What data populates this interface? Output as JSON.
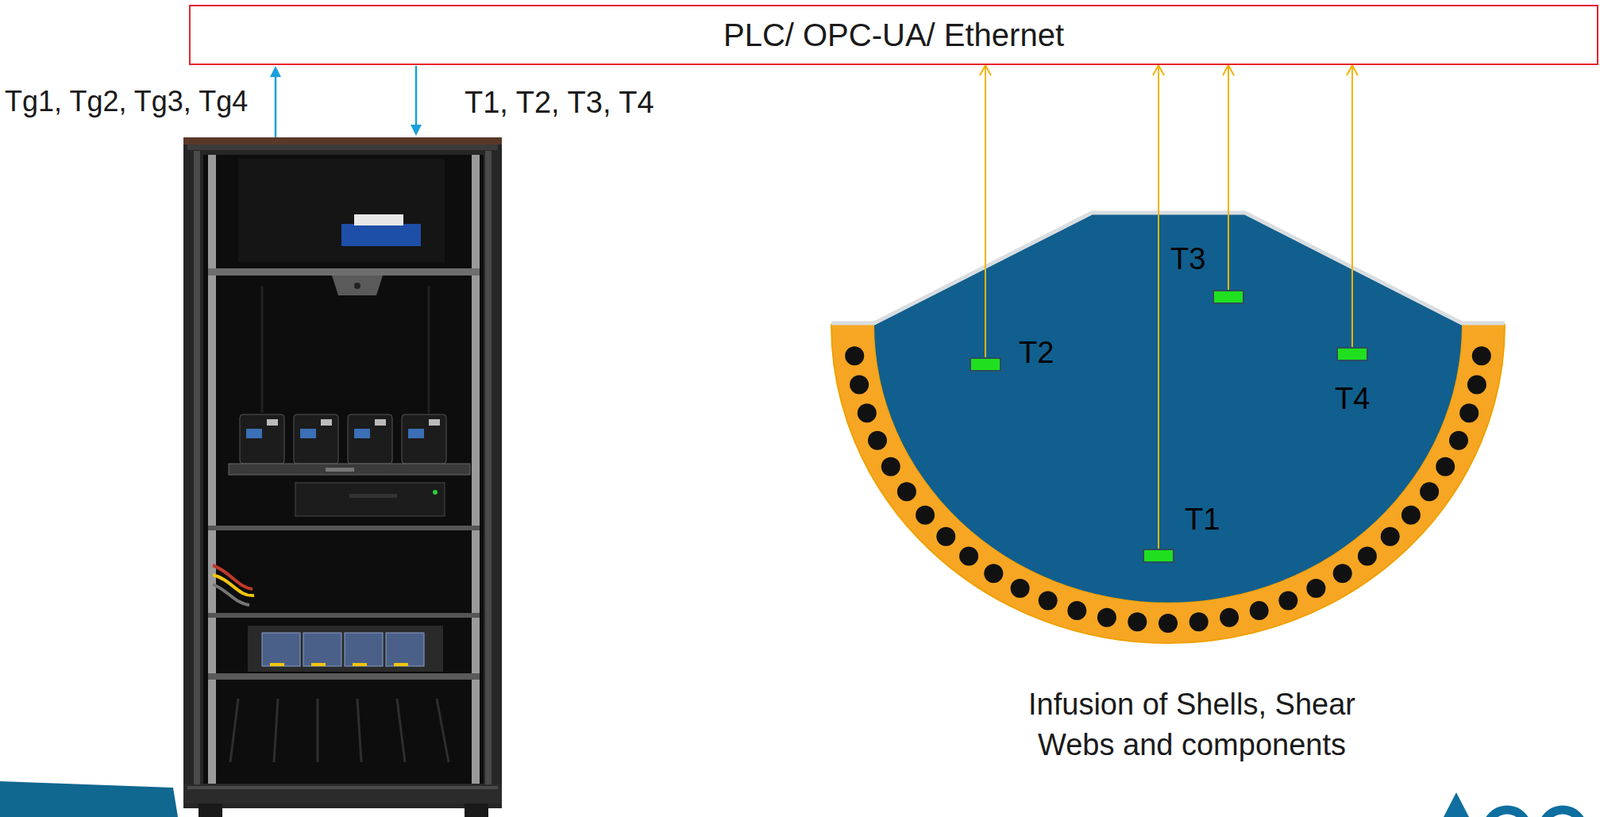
{
  "diagram": {
    "nodes": [
      {
        "text": [
          "PLC/ OPC-UA/ Ethernet"
        ]
      },
      {
        "text": [
          "T1"
        ]
      },
      {
        "text": [
          "T2"
        ]
      },
      {
        "text": [
          "T3"
        ]
      },
      {
        "text": [
          "T4"
        ]
      }
    ],
    "edges": [
      {
        "from": 1,
        "to": 0,
        "arrow": "to"
      },
      {
        "from": 2,
        "to": 0,
        "arrow": "to"
      },
      {
        "from": 3,
        "to": 0,
        "arrow": "to"
      },
      {
        "from": 4,
        "to": 0,
        "arrow": "to"
      }
    ],
    "labels": [
      "Tg1, Tg2, Tg3, Tg4",
      "T1, T2, T3, T4",
      "Infusion of Shells, Shear Webs and components"
    ]
  }
}
